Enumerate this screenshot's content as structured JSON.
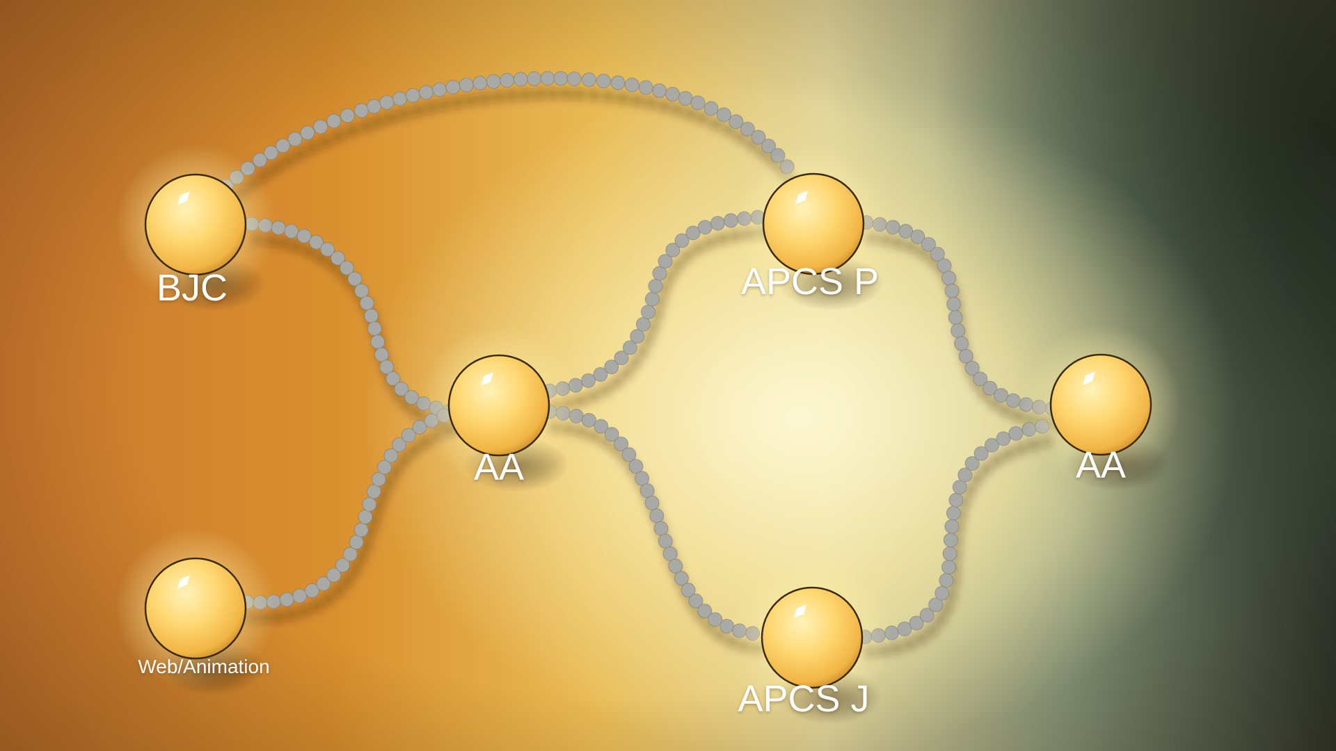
{
  "nodes": [
    {
      "id": "bjc",
      "label": "BJC"
    },
    {
      "id": "web",
      "label": "Web/Animation"
    },
    {
      "id": "aa1",
      "label": "AA"
    },
    {
      "id": "apcsp",
      "label": "APCS P"
    },
    {
      "id": "apcsj",
      "label": "APCS J"
    },
    {
      "id": "aa2",
      "label": "AA"
    }
  ],
  "edges": [
    {
      "from": "bjc",
      "to": "apcsp"
    },
    {
      "from": "bjc",
      "to": "aa1"
    },
    {
      "from": "web",
      "to": "aa1"
    },
    {
      "from": "aa1",
      "to": "apcsp"
    },
    {
      "from": "aa1",
      "to": "apcsj"
    },
    {
      "from": "apcsp",
      "to": "aa2"
    },
    {
      "from": "apcsj",
      "to": "aa2"
    }
  ],
  "colors": {
    "bead": "#a9a9a6",
    "node_fill": "#fcd36e",
    "node_edge": "#3a2a10",
    "label": "#ffffff"
  }
}
